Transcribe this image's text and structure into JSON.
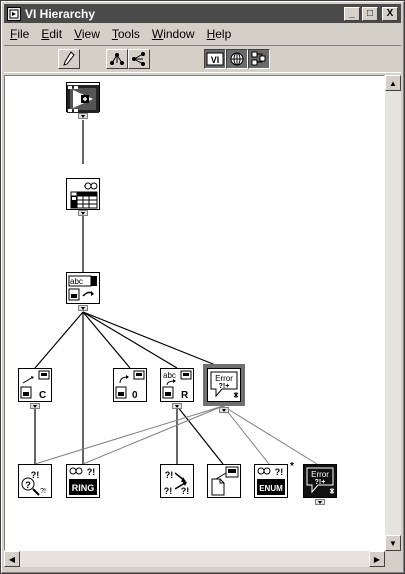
{
  "window": {
    "title": "VI Hierarchy",
    "controls": {
      "minimize": "_",
      "maximize": "□",
      "close": "X"
    }
  },
  "menu": {
    "items": [
      {
        "label": "File",
        "mnemonic": "F"
      },
      {
        "label": "Edit",
        "mnemonic": "E"
      },
      {
        "label": "View",
        "mnemonic": "V"
      },
      {
        "label": "Tools",
        "mnemonic": "T"
      },
      {
        "label": "Window",
        "mnemonic": "W"
      },
      {
        "label": "Help",
        "mnemonic": "H"
      }
    ]
  },
  "toolbar": {
    "buttons": [
      {
        "name": "edit-tool-icon"
      },
      {
        "name": "horizontal-layout-icon"
      },
      {
        "name": "vertical-layout-icon"
      },
      {
        "name": "show-vi-icon",
        "label": "VI"
      },
      {
        "name": "show-globals-icon"
      },
      {
        "name": "show-typedefs-icon"
      }
    ]
  },
  "nodes": {
    "top_vi": {
      "icon": "top-level-vi-icon"
    },
    "table_vi": {
      "icon": "table-subvi-icon"
    },
    "string_vi": {
      "icon": "string-subvi-icon",
      "text": "abc"
    },
    "sub_c": {
      "icon": "subvi-c-icon",
      "text": "C"
    },
    "sub_0": {
      "icon": "subvi-0-icon",
      "text": "0"
    },
    "sub_r": {
      "icon": "subvi-r-icon",
      "text": "R",
      "top_text": "abc"
    },
    "error_sel": {
      "icon": "error-handler-icon",
      "text": "Error",
      "sub": "?!+"
    },
    "leaf_q": {
      "icon": "error-query-icon",
      "text": "?!"
    },
    "leaf_ring": {
      "icon": "ring-subvi-icon",
      "text": "RING"
    },
    "leaf_arrows": {
      "icon": "error-arrows-icon",
      "text": "?!"
    },
    "leaf_doc": {
      "icon": "document-subvi-icon"
    },
    "leaf_enum": {
      "icon": "enum-subvi-icon",
      "text": "ENUM"
    },
    "leaf_error_dark": {
      "icon": "error-dark-icon",
      "text": "Error",
      "sub": "?!+"
    }
  },
  "colors": {
    "titlebar": "#4a4a4a",
    "chrome": "#d4d0c8",
    "canvas": "#ffffff",
    "selected_outline": "#707070",
    "edge_solid": "#000000",
    "edge_light": "#808080"
  }
}
